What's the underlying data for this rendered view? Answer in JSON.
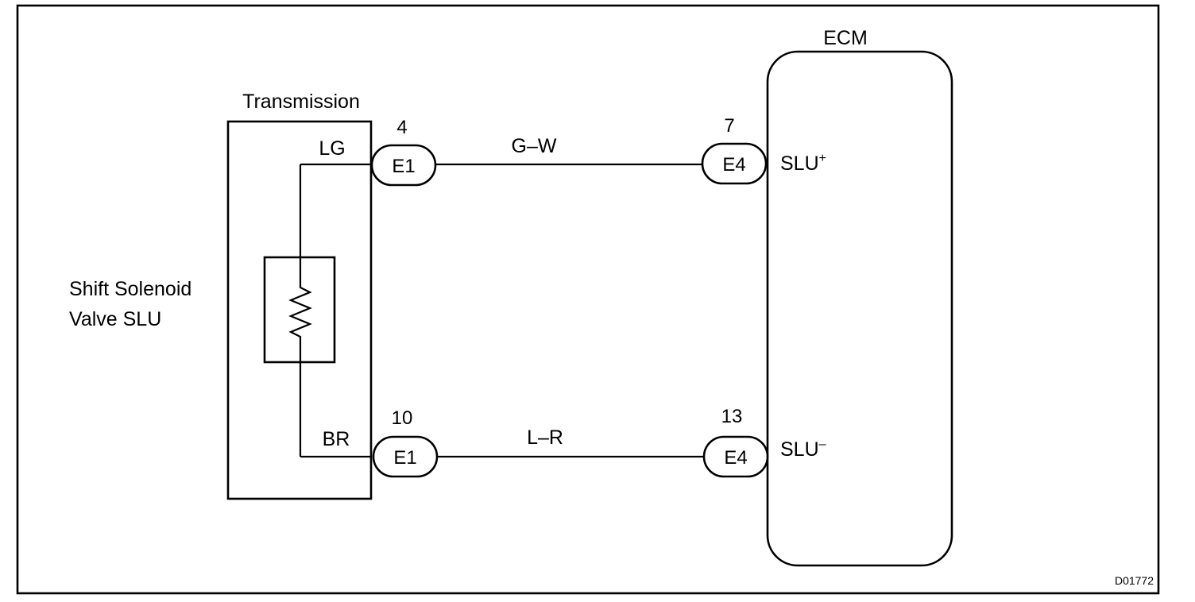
{
  "ecm": {
    "label": "ECM"
  },
  "transmission": {
    "label": "Transmission"
  },
  "solenoid": {
    "label_line1": "Shift Solenoid",
    "label_line2": "Valve SLU"
  },
  "wires": {
    "top": {
      "color_code": "G–W",
      "left_pin": "4",
      "right_pin": "7",
      "left_connector": "E1",
      "right_connector": "E4",
      "terminal": "SLU",
      "terminal_sign": "+",
      "inner_color": "LG"
    },
    "bottom": {
      "color_code": "L–R",
      "left_pin": "10",
      "right_pin": "13",
      "left_connector": "E1",
      "right_connector": "E4",
      "terminal": "SLU",
      "terminal_sign": "–",
      "inner_color": "BR"
    }
  },
  "figure_code": "D01772"
}
